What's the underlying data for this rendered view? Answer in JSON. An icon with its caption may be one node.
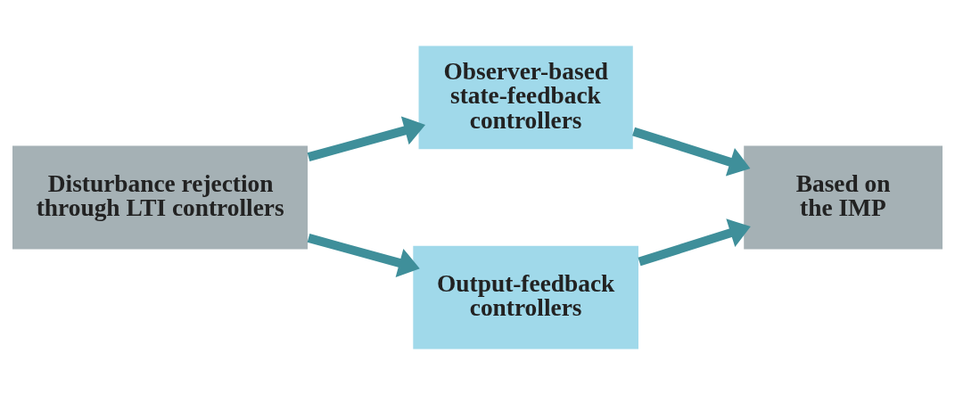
{
  "diagram": {
    "nodes": [
      {
        "text": [
          "Disturbance rejection through LTI controllers"
        ]
      },
      {
        "text": [
          "Observer-based state-feedback controllers"
        ]
      },
      {
        "text": [
          "Output-feedback controllers"
        ]
      },
      {
        "text": [
          "Based on the IMP"
        ]
      }
    ],
    "edges": [
      {
        "from": 0,
        "to": 1,
        "arrow": "to"
      },
      {
        "from": 0,
        "to": 2,
        "arrow": "to"
      },
      {
        "from": 1,
        "to": 3,
        "arrow": "to"
      },
      {
        "from": 2,
        "to": 3,
        "arrow": "to"
      }
    ]
  }
}
